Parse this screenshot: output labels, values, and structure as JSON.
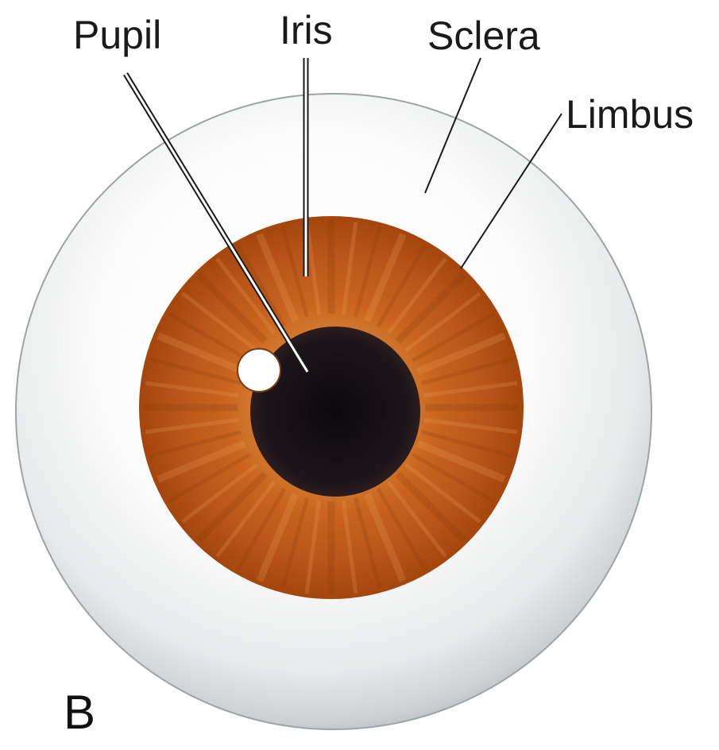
{
  "labels": {
    "pupil": "Pupil",
    "iris": "Iris",
    "sclera": "Sclera",
    "limbus": "Limbus"
  },
  "panel_letter": "B",
  "colors": {
    "sclera_light": "#fbfbfb",
    "sclera_edge": "#9ea3a5",
    "iris_center": "#c9651f",
    "iris_outer": "#a4460d",
    "pupil": "#141014",
    "leader_line": "#1a1a1a",
    "text": "#1a1a1a"
  }
}
